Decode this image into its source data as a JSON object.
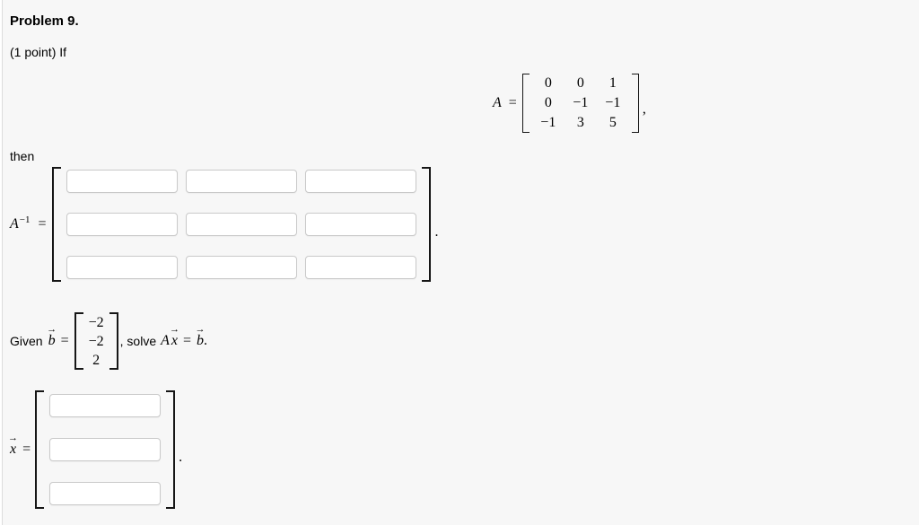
{
  "header": {
    "title": "Problem 9.",
    "subtitle": "(1 point) If"
  },
  "then_label": "then",
  "glyphs": {
    "arrow": "→"
  },
  "matrix_a_display": {
    "lhs": "A",
    "equals": "=",
    "rows": [
      [
        "0",
        "0",
        "1"
      ],
      [
        "0",
        "−1",
        "−1"
      ],
      [
        "−1",
        "3",
        "5"
      ]
    ],
    "trailing": ","
  },
  "inverse_display": {
    "base": "A",
    "exponent": "−1",
    "equals": "=",
    "trailing": "."
  },
  "given_line": {
    "prefix": "Given",
    "b_symbol": "b",
    "equals": "=",
    "vector": [
      "−2",
      "−2",
      "2"
    ],
    "middle": ", solve",
    "a_symbol": "A",
    "x_symbol": "x",
    "equals2": "=",
    "b_symbol2": "b",
    "trailing": "."
  },
  "solution_display": {
    "x_symbol": "x",
    "equals": "=",
    "trailing": "."
  },
  "answers": {
    "inverse": [
      [
        "",
        "",
        ""
      ],
      [
        "",
        "",
        ""
      ],
      [
        "",
        "",
        ""
      ]
    ],
    "x": [
      "",
      "",
      ""
    ]
  },
  "colors": {
    "page_bg": "#f7f7f7",
    "border_left": "#dcdcdc",
    "input_border": "#c9c9c9",
    "text": "#000000"
  }
}
